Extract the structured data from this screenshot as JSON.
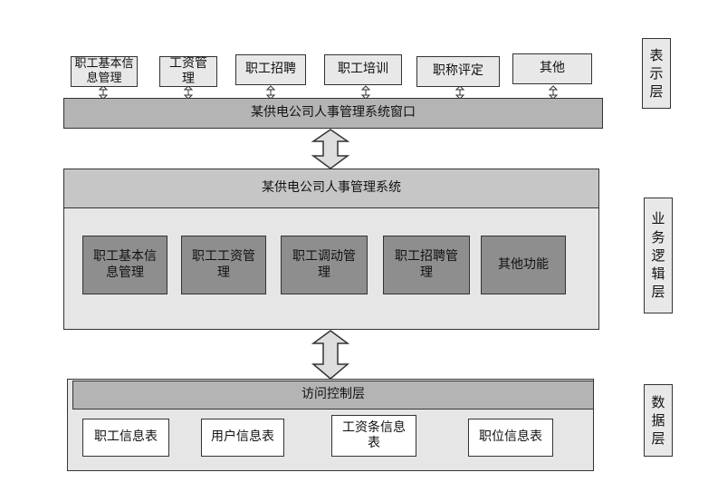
{
  "presentation_modules": [
    "职工基本信息管理",
    "工资管理",
    "职工招聘",
    "职工培训",
    "职称评定",
    "其他"
  ],
  "window_bar": "某供电公司人事管理系统窗口",
  "system_header": "某供电公司人事管理系统",
  "logic_modules": [
    "职工基本信息管理",
    "职工工资管理",
    "职工调动管理",
    "职工招聘管理",
    "其他功能"
  ],
  "access_layer": "访问控制层",
  "data_tables": [
    "职工信息表",
    "用户信息表",
    "工资条信息表",
    "职位信息表"
  ],
  "layers": {
    "presentation": "表示层",
    "logic": "业务逻辑层",
    "data": "数据层"
  }
}
